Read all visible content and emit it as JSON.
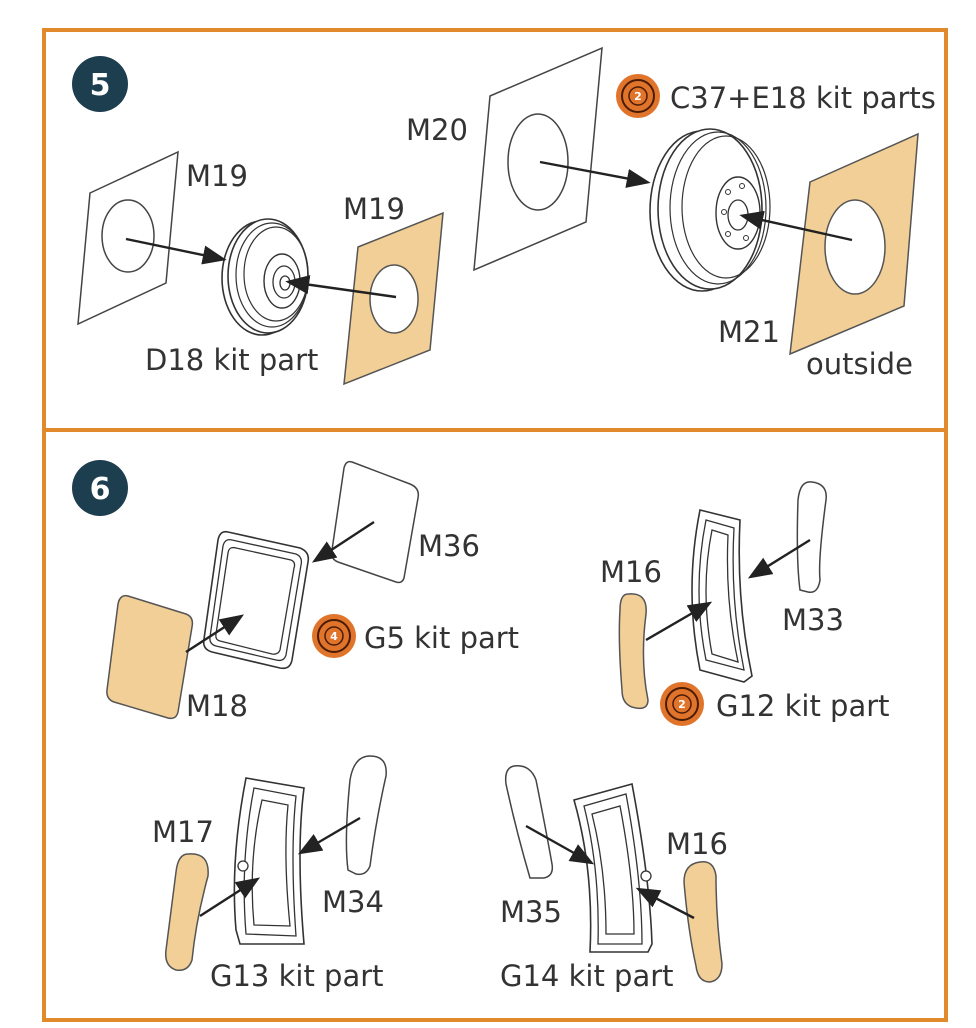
{
  "colors": {
    "frame": "#e08a2c",
    "step_circle": "#1d3e4f",
    "resin_part": "#f1cf96",
    "badge": "#e0742a",
    "line": "#222222"
  },
  "step5": {
    "number": "5",
    "labels": {
      "m19_left": "M19",
      "m19_right": "M19",
      "d18": "D18 kit part",
      "m20": "M20",
      "c37": "C37+E18 kit parts",
      "m21": "M21",
      "outside": "outside"
    },
    "badge": "2"
  },
  "step6": {
    "number": "6",
    "labels": {
      "m36": "M36",
      "g5": "G5 kit part",
      "m18": "M18",
      "m16_top": "M16",
      "m33": "M33",
      "g12": "G12 kit part",
      "m17": "M17",
      "m34": "M34",
      "g13": "G13 kit part",
      "m35": "M35",
      "m16_bottom": "M16",
      "g14": "G14 kit part"
    },
    "badge_g5": "4",
    "badge_g12": "2"
  }
}
